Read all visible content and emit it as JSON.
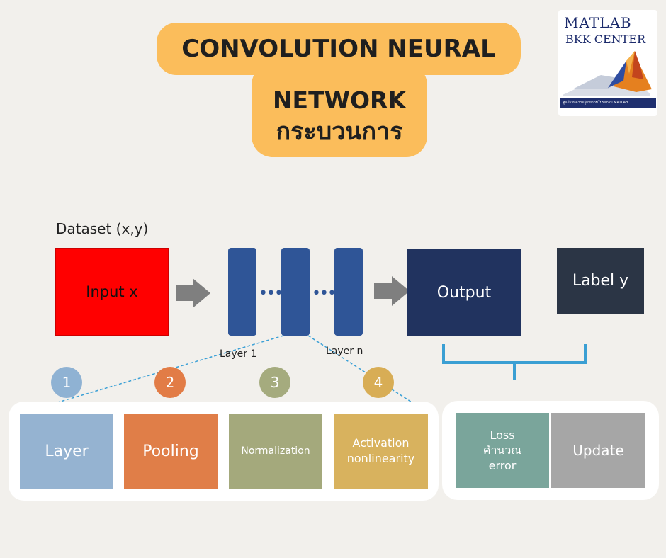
{
  "title": {
    "line1": "CONVOLUTION NEURAL",
    "line2": "NETWORK",
    "line3": "กระบวนการ"
  },
  "logo": {
    "line1": "MATLAB",
    "line2": "BKK CENTER",
    "band_text": "ศูนย์รวมความรู้เกี่ยวกับโปรแกรม MATLAB"
  },
  "dataset_label": "Dataset (x,y)",
  "input_label": "Input x",
  "output_label": "Output",
  "label_y": "Label y",
  "layer1_label": "Layer 1",
  "layern_label": "Layer n",
  "steps": [
    {
      "number": "1",
      "label": "Layer",
      "circle_color": "#8fb2d3",
      "box_color": "#95b3d1"
    },
    {
      "number": "2",
      "label": "Pooling",
      "circle_color": "#e27c46",
      "box_color": "#e07e48"
    },
    {
      "number": "3",
      "label": "Normalization",
      "circle_color": "#a5ab7e",
      "box_color": "#a4a97c"
    },
    {
      "number": "4",
      "label": "Activation nonlinearity",
      "circle_color": "#d8ad55",
      "box_color": "#d8b25e"
    }
  ],
  "loss_box": {
    "line1": "Loss",
    "line2": "คำนวณ",
    "line3": "error",
    "color": "#7aa59b"
  },
  "update_box": {
    "label": "Update",
    "color": "#a6a6a6"
  },
  "colors": {
    "background": "#f2f0ec",
    "title_fill": "#fbbd5b",
    "layer_blue": "#2f5597",
    "connector_blue": "#3ba0d6"
  }
}
